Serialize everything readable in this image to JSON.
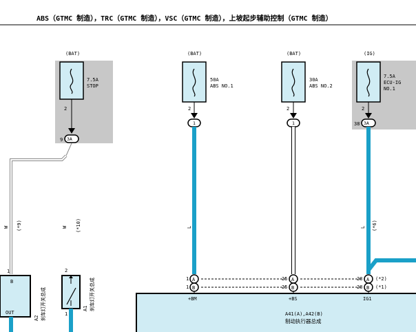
{
  "title": "ABS（GTMC 制造），TRC（GTMC 制造），VSC（GTMC 制造），上坡起步辅助控制（GTMC 制造）",
  "fuses": [
    {
      "supply": "(BAT)",
      "rating": "7.5A",
      "name": "STOP",
      "pin_out": "2",
      "conn_pin": "9",
      "conn": "3A"
    },
    {
      "supply": "(BAT)",
      "rating": "50A",
      "name": "ABS NO.1",
      "pin_out": "2",
      "conn_pin": "",
      "conn": "1"
    },
    {
      "supply": "(BAT)",
      "rating": "30A",
      "name": "ABS NO.2",
      "pin_out": "2",
      "conn_pin": "",
      "conn": "1"
    },
    {
      "supply": "(IG)",
      "rating": "7.5A",
      "name": "ECU-IG",
      "name2": "NO.1",
      "pin_out": "2",
      "conn_pin": "38",
      "conn": "3A"
    }
  ],
  "wires": {
    "w1_color": "W",
    "w1_note": "(*9)",
    "w2_color": "W",
    "w2_note": "(*10)",
    "l1_color": "L",
    "l2_color": "L",
    "l2_note": "(*6)"
  },
  "stop_switch_a": {
    "pin_top": "1",
    "label_b": "B",
    "label_out": "OUT",
    "ref": "A2",
    "name": "刹车灯开关总成"
  },
  "stop_switch_b": {
    "pin_top": "2",
    "pin_bottom": "1",
    "ref": "A1",
    "name": "刹车灯开关总成"
  },
  "actuator": {
    "ref": "A41(A),A42(B)",
    "name": "制动执行器总成",
    "pins": [
      {
        "a_pin": "1",
        "a_conn": "A",
        "b_pin": "1",
        "b_conn": "B",
        "label": "+BM"
      },
      {
        "a_pin": "25",
        "a_conn": "A",
        "b_pin": "25",
        "b_conn": "B",
        "label": "+BS"
      },
      {
        "a_pin": "28",
        "a_conn": "A",
        "b_pin": "28",
        "b_conn": "B",
        "label": "IG1",
        "a_note": "(*2)",
        "b_note": "(*1)"
      }
    ]
  },
  "colors": {
    "wire_blue": "#1aa0c8",
    "fuse_fill": "#d0ecf4",
    "box_fill": "#d0ecf4",
    "gray": "#c8c8c8"
  }
}
